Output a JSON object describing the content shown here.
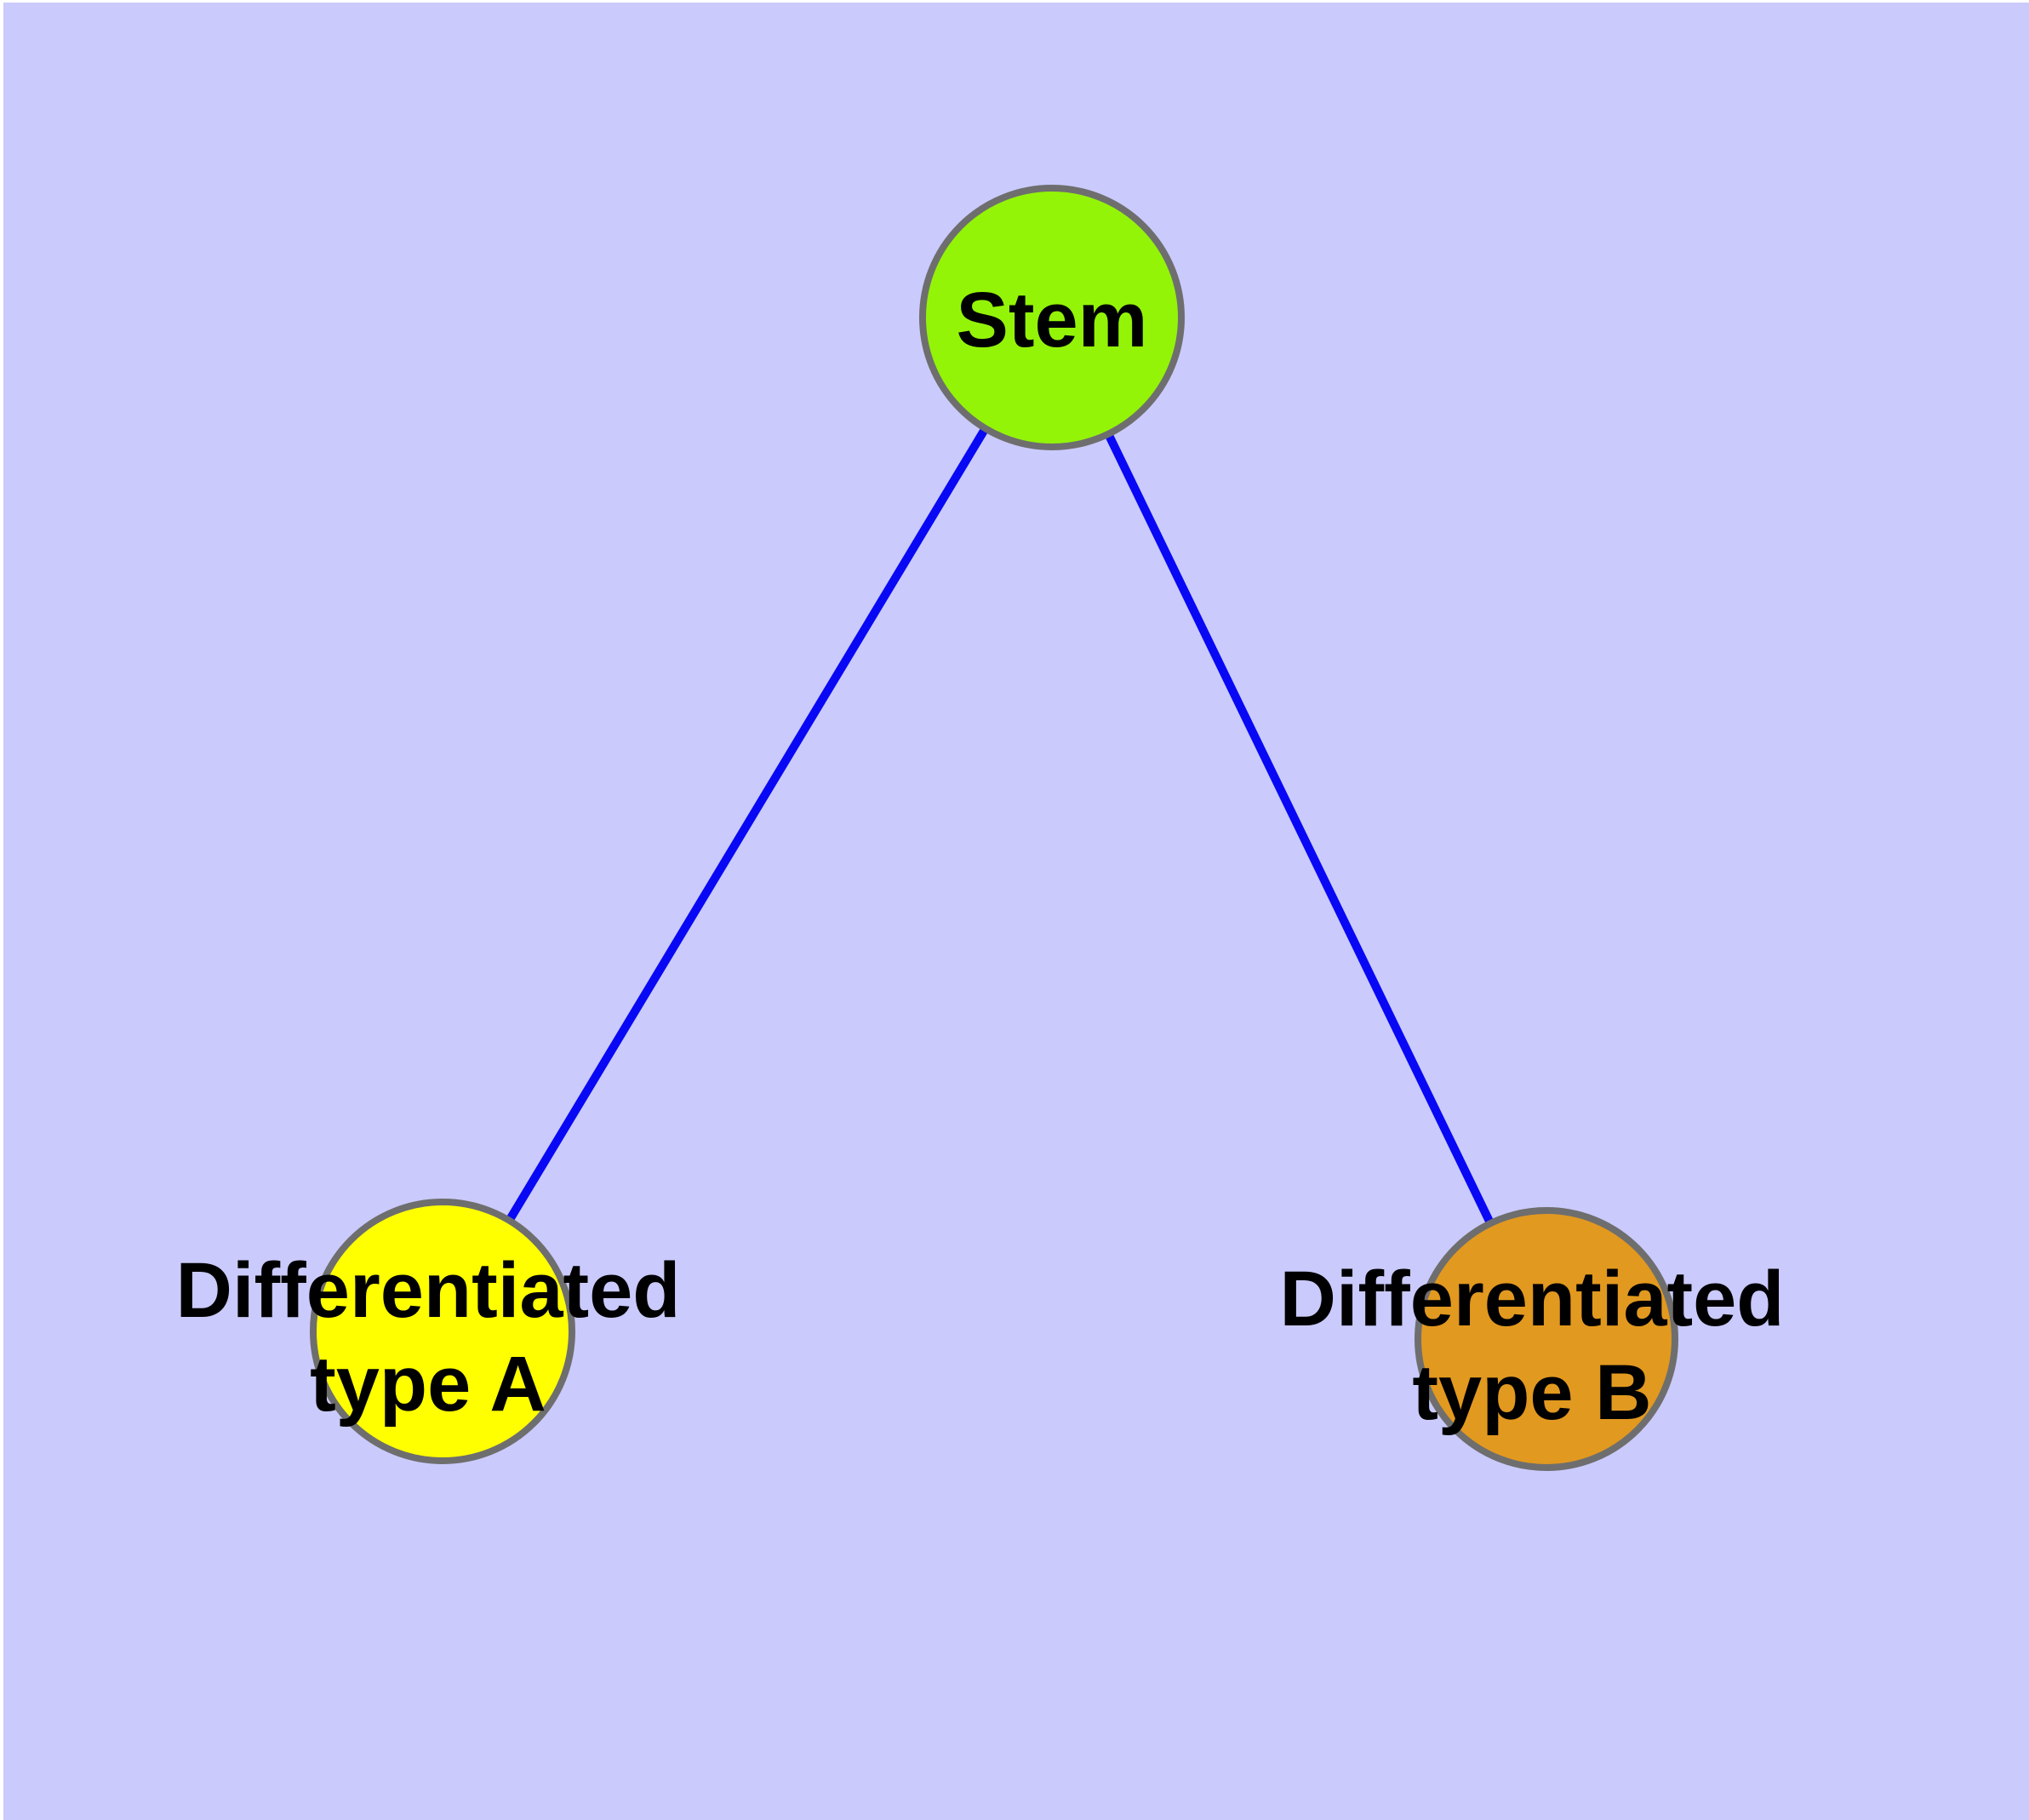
{
  "diagram": {
    "type": "node-link-graph",
    "background_color": "#cacafc",
    "margin_color": "#ffffff",
    "edge_color": "#0808f5",
    "node_border_color": "#6e6e6e",
    "label_color": "#000000",
    "nodes": {
      "stem": {
        "label": "Stem",
        "fill": "#93f408"
      },
      "diff_a": {
        "label_line1": "Differentiated",
        "label_line2": "type A",
        "fill": "#ffff00"
      },
      "diff_b": {
        "label_line1": "Differentiated",
        "label_line2": "type B",
        "fill": "#e2991f"
      }
    },
    "edges": [
      {
        "from": "Stem",
        "to": "Differentiated type A"
      },
      {
        "from": "Stem",
        "to": "Differentiated type B"
      }
    ]
  }
}
